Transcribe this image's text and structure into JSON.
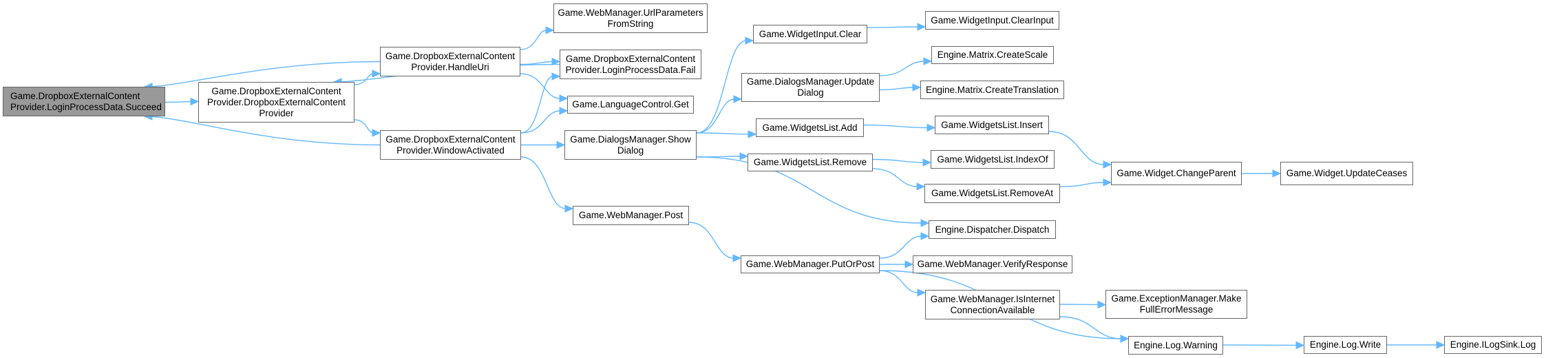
{
  "diagram": {
    "type": "call-graph",
    "root": "succeed",
    "colors": {
      "edge": "#63b8ff",
      "node_border": "#666666",
      "node_fill": "#ffffff",
      "root_fill": "#999999"
    },
    "nodes": [
      {
        "id": "succeed",
        "label": "Game.DropboxExternalContent\nProvider.LoginProcessData.Succeed"
      },
      {
        "id": "ctor",
        "label": "Game.DropboxExternalContent\nProvider.DropboxExternalContent\nProvider"
      },
      {
        "id": "handleuri",
        "label": "Game.DropboxExternalContent\nProvider.HandleUri"
      },
      {
        "id": "windowactivated",
        "label": "Game.DropboxExternalContent\nProvider.WindowActivated"
      },
      {
        "id": "urlparams",
        "label": "Game.WebManager.UrlParameters\nFromString"
      },
      {
        "id": "fail",
        "label": "Game.DropboxExternalContent\nProvider.LoginProcessData.Fail"
      },
      {
        "id": "langget",
        "label": "Game.LanguageControl.Get"
      },
      {
        "id": "showdialog",
        "label": "Game.DialogsManager.Show\nDialog"
      },
      {
        "id": "post",
        "label": "Game.WebManager.Post"
      },
      {
        "id": "wiclear",
        "label": "Game.WidgetInput.Clear"
      },
      {
        "id": "updatedialog",
        "label": "Game.DialogsManager.Update\nDialog"
      },
      {
        "id": "wladd",
        "label": "Game.WidgetsList.Add"
      },
      {
        "id": "wlremove",
        "label": "Game.WidgetsList.Remove"
      },
      {
        "id": "putorpost",
        "label": "Game.WebManager.PutOrPost"
      },
      {
        "id": "clearinput",
        "label": "Game.WidgetInput.ClearInput"
      },
      {
        "id": "createscale",
        "label": "Engine.Matrix.CreateScale"
      },
      {
        "id": "createtranslation",
        "label": "Engine.Matrix.CreateTranslation"
      },
      {
        "id": "wlinsert",
        "label": "Game.WidgetsList.Insert"
      },
      {
        "id": "wlindexof",
        "label": "Game.WidgetsList.IndexOf"
      },
      {
        "id": "wlremoveat",
        "label": "Game.WidgetsList.RemoveAt"
      },
      {
        "id": "dispatch",
        "label": "Engine.Dispatcher.Dispatch"
      },
      {
        "id": "verifyresponse",
        "label": "Game.WebManager.VerifyResponse"
      },
      {
        "id": "isinternet",
        "label": "Game.WebManager.IsInternet\nConnectionAvailable"
      },
      {
        "id": "changeparent",
        "label": "Game.Widget.ChangeParent"
      },
      {
        "id": "updateceases",
        "label": "Game.Widget.UpdateCeases"
      },
      {
        "id": "makefullerror",
        "label": "Game.ExceptionManager.Make\nFullErrorMessage"
      },
      {
        "id": "logwarning",
        "label": "Engine.Log.Warning"
      },
      {
        "id": "logwrite",
        "label": "Engine.Log.Write"
      },
      {
        "id": "ilogsink",
        "label": "Engine.ILogSink.Log"
      }
    ],
    "edges": [
      {
        "from": "succeed",
        "to": "ctor"
      },
      {
        "from": "ctor",
        "to": "handleuri"
      },
      {
        "from": "ctor",
        "to": "windowactivated"
      },
      {
        "from": "handleuri",
        "to": "succeed"
      },
      {
        "from": "windowactivated",
        "to": "succeed"
      },
      {
        "from": "fail",
        "to": "ctor"
      },
      {
        "from": "handleuri",
        "to": "urlparams"
      },
      {
        "from": "handleuri",
        "to": "fail"
      },
      {
        "from": "handleuri",
        "to": "langget"
      },
      {
        "from": "windowactivated",
        "to": "fail"
      },
      {
        "from": "windowactivated",
        "to": "langget"
      },
      {
        "from": "windowactivated",
        "to": "showdialog"
      },
      {
        "from": "windowactivated",
        "to": "post"
      },
      {
        "from": "showdialog",
        "to": "wiclear"
      },
      {
        "from": "showdialog",
        "to": "updatedialog"
      },
      {
        "from": "showdialog",
        "to": "wladd"
      },
      {
        "from": "showdialog",
        "to": "wlremove"
      },
      {
        "from": "showdialog",
        "to": "dispatch"
      },
      {
        "from": "post",
        "to": "putorpost"
      },
      {
        "from": "wiclear",
        "to": "clearinput"
      },
      {
        "from": "updatedialog",
        "to": "createscale"
      },
      {
        "from": "updatedialog",
        "to": "createtranslation"
      },
      {
        "from": "wladd",
        "to": "wlinsert"
      },
      {
        "from": "wlremove",
        "to": "wlindexof"
      },
      {
        "from": "wlremove",
        "to": "wlremoveat"
      },
      {
        "from": "wlinsert",
        "to": "changeparent"
      },
      {
        "from": "wlremoveat",
        "to": "changeparent"
      },
      {
        "from": "changeparent",
        "to": "updateceases"
      },
      {
        "from": "putorpost",
        "to": "dispatch"
      },
      {
        "from": "putorpost",
        "to": "verifyresponse"
      },
      {
        "from": "putorpost",
        "to": "isinternet"
      },
      {
        "from": "putorpost",
        "to": "logwarning"
      },
      {
        "from": "isinternet",
        "to": "makefullerror"
      },
      {
        "from": "isinternet",
        "to": "logwarning"
      },
      {
        "from": "logwarning",
        "to": "logwrite"
      },
      {
        "from": "logwrite",
        "to": "ilogsink"
      }
    ]
  }
}
